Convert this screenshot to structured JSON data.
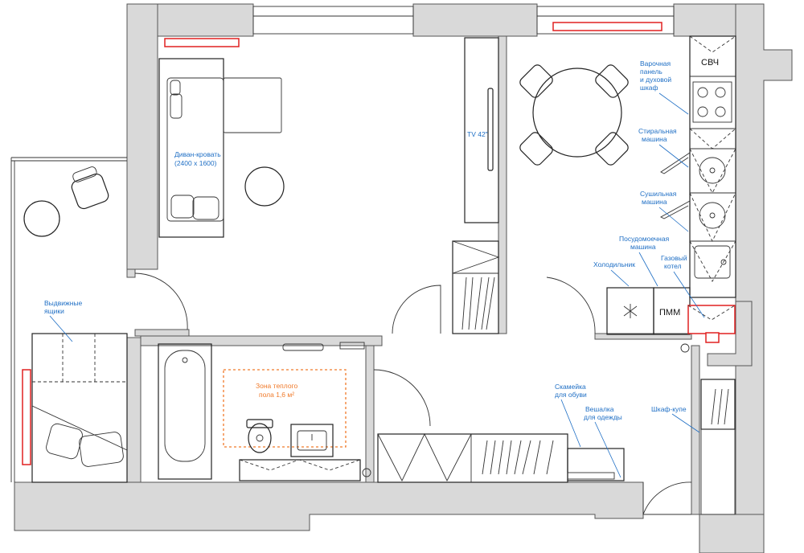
{
  "labels": {
    "sofa_bed": "Диван-кровать",
    "sofa_size": "(2400 x 1600)",
    "tv": "TV 42\"",
    "drawers_l1": "Выдвижные",
    "drawers_l2": "ящики",
    "warm_floor_l1": "Зона теплого",
    "warm_floor_l2": "пола 1,6 м²",
    "microwave": "СВЧ",
    "hob_l1": "Варочная",
    "hob_l2": "панель",
    "hob_l3": "и духовой",
    "hob_l4": "шкаф",
    "washer_l1": "Стиральная",
    "washer_l2": "машина",
    "dryer_l1": "Сушильная",
    "dryer_l2": "машина",
    "dishwasher_l1": "Посудомоечная",
    "dishwasher_l2": "машина",
    "boiler_l1": "Газовый",
    "boiler_l2": "котел",
    "fridge": "Холодильник",
    "dishwasher_short": "ПММ",
    "bench_l1": "Скамейка",
    "bench_l2": "для обуви",
    "hanger_l1": "Вешалка",
    "hanger_l2": "для одежды",
    "wardrobe": "Шкаф-купе"
  },
  "colors": {
    "wall_fill": "#d9d9d9",
    "radiator": "#e02020",
    "annotation": "#1f6fc5",
    "warm_floor": "#f07a2a"
  }
}
